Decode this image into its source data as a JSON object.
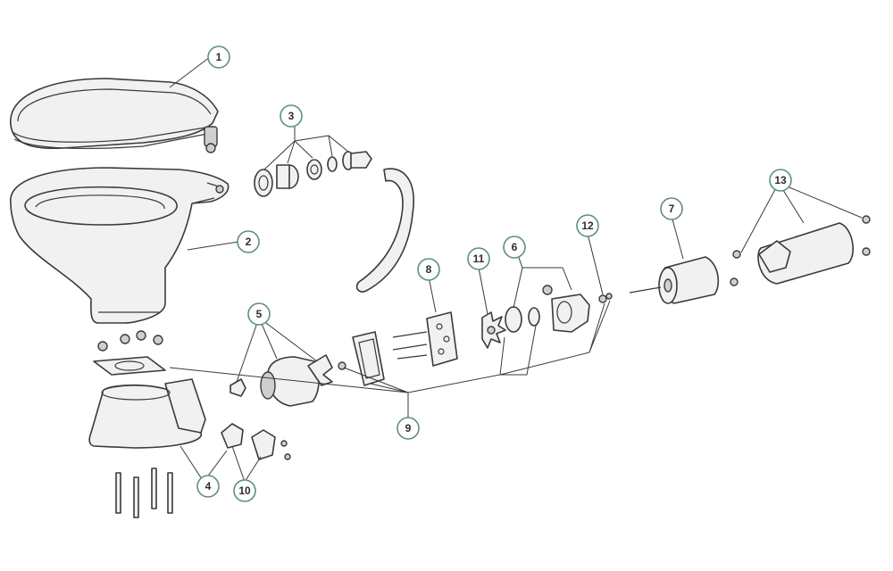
{
  "accent_color": "#5c8f86",
  "callouts": [
    {
      "id": "1",
      "label": "1"
    },
    {
      "id": "2",
      "label": "2"
    },
    {
      "id": "3",
      "label": "3"
    },
    {
      "id": "4",
      "label": "4"
    },
    {
      "id": "5",
      "label": "5"
    },
    {
      "id": "6",
      "label": "6"
    },
    {
      "id": "7",
      "label": "7"
    },
    {
      "id": "8",
      "label": "8"
    },
    {
      "id": "9",
      "label": "9"
    },
    {
      "id": "10",
      "label": "10"
    },
    {
      "id": "11",
      "label": "11"
    },
    {
      "id": "12",
      "label": "12"
    },
    {
      "id": "13",
      "label": "13"
    }
  ],
  "parts": [
    "toilet-seat-and-lid",
    "toilet-bowl",
    "inlet-fittings",
    "pump-base",
    "impeller-and-housing",
    "motor-adapter",
    "electric-motor",
    "pump-cover",
    "gaskets",
    "check-valves",
    "pump-impeller",
    "shaft-seal",
    "motor-cover"
  ]
}
